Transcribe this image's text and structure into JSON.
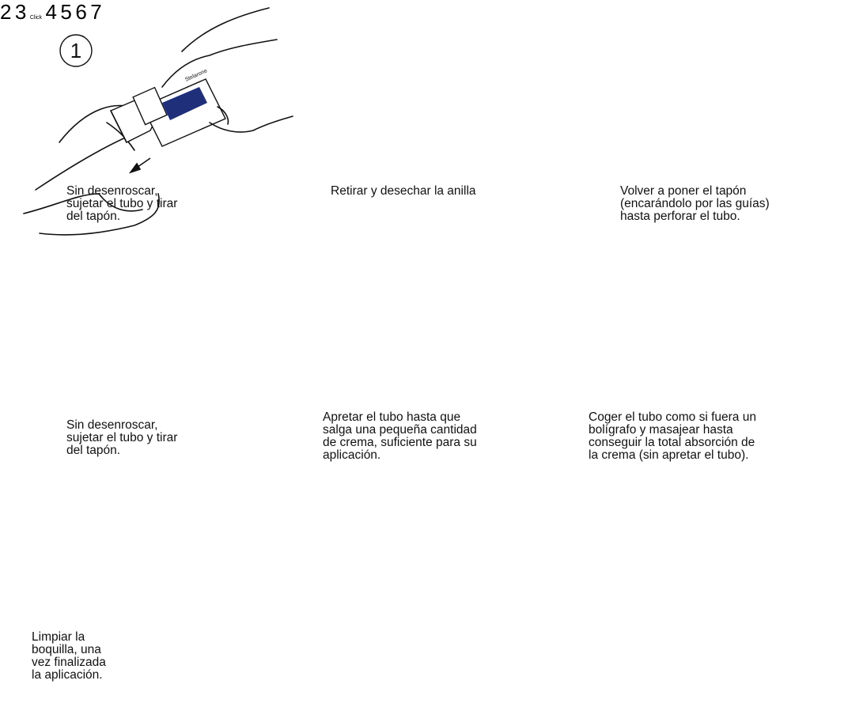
{
  "steps": [
    {
      "number": "1",
      "caption": "Sin desenroscar,\nsujetar el tubo y tirar\ndel tapón."
    },
    {
      "number": "2",
      "caption": "Retirar y desechar la anilla"
    },
    {
      "number": "3",
      "caption": "Volver a poner el tapón\n(encarándolo por las guías)\nhasta perforar el tubo."
    },
    {
      "number": "4",
      "caption": "Sin desenroscar,\nsujetar el tubo y tirar\ndel tapón."
    },
    {
      "number": "5",
      "caption": "Apretar el tubo hasta que\nsalga una pequeña cantidad\nde crema, suficiente para su\naplicación."
    },
    {
      "number": "6",
      "caption": "Coger el tubo como si fuera un\nbolígrafo y masajear hasta\nconseguir la total absorción de\nla crema (sin apretar el tubo)."
    },
    {
      "number": "7",
      "caption": "Limpiar la\nboquilla, una\nvez finalizada\nla aplicación."
    }
  ],
  "click_label": "Click",
  "colors": {
    "ink": "#111111",
    "label_blue": "#1f2f7a",
    "cloth": "#c8c8c8"
  }
}
